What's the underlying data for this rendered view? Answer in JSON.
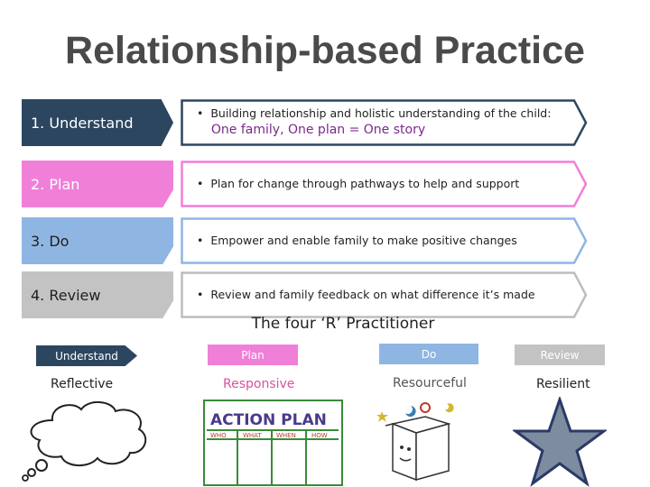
{
  "title": "Relationship-based Practice",
  "steps": [
    {
      "label": "1. Understand",
      "text": "Building relationship and holistic understanding of the child: ",
      "highlight": "One family, One plan = One story",
      "color": "#2d4660"
    },
    {
      "label": "2. Plan",
      "text": "Plan for change through pathways to help and support",
      "color": "#f07fd8"
    },
    {
      "label": "3. Do",
      "text": "Empower and enable family to make positive changes",
      "color": "#8fb6e3"
    },
    {
      "label": "4. Review",
      "text": "Review  and family feedback on what difference it’s made",
      "color": "#c3c3c3"
    }
  ],
  "subtitle": "The four ‘R’ Practitioner",
  "practitioner": [
    {
      "tag": "Understand",
      "quality": "Reflective",
      "image": "thought-cloud-icon"
    },
    {
      "tag": "Plan",
      "quality": "Responsive",
      "image": "action-plan-icon"
    },
    {
      "tag": "Do",
      "quality": "Resourceful",
      "image": "toolbox-icon"
    },
    {
      "tag": "Review",
      "quality": "Resilient",
      "image": "star-icon"
    }
  ],
  "action_plan": {
    "heading": "ACTION PLAN",
    "columns": [
      "WHO",
      "WHAT",
      "WHEN",
      "HOW"
    ]
  }
}
